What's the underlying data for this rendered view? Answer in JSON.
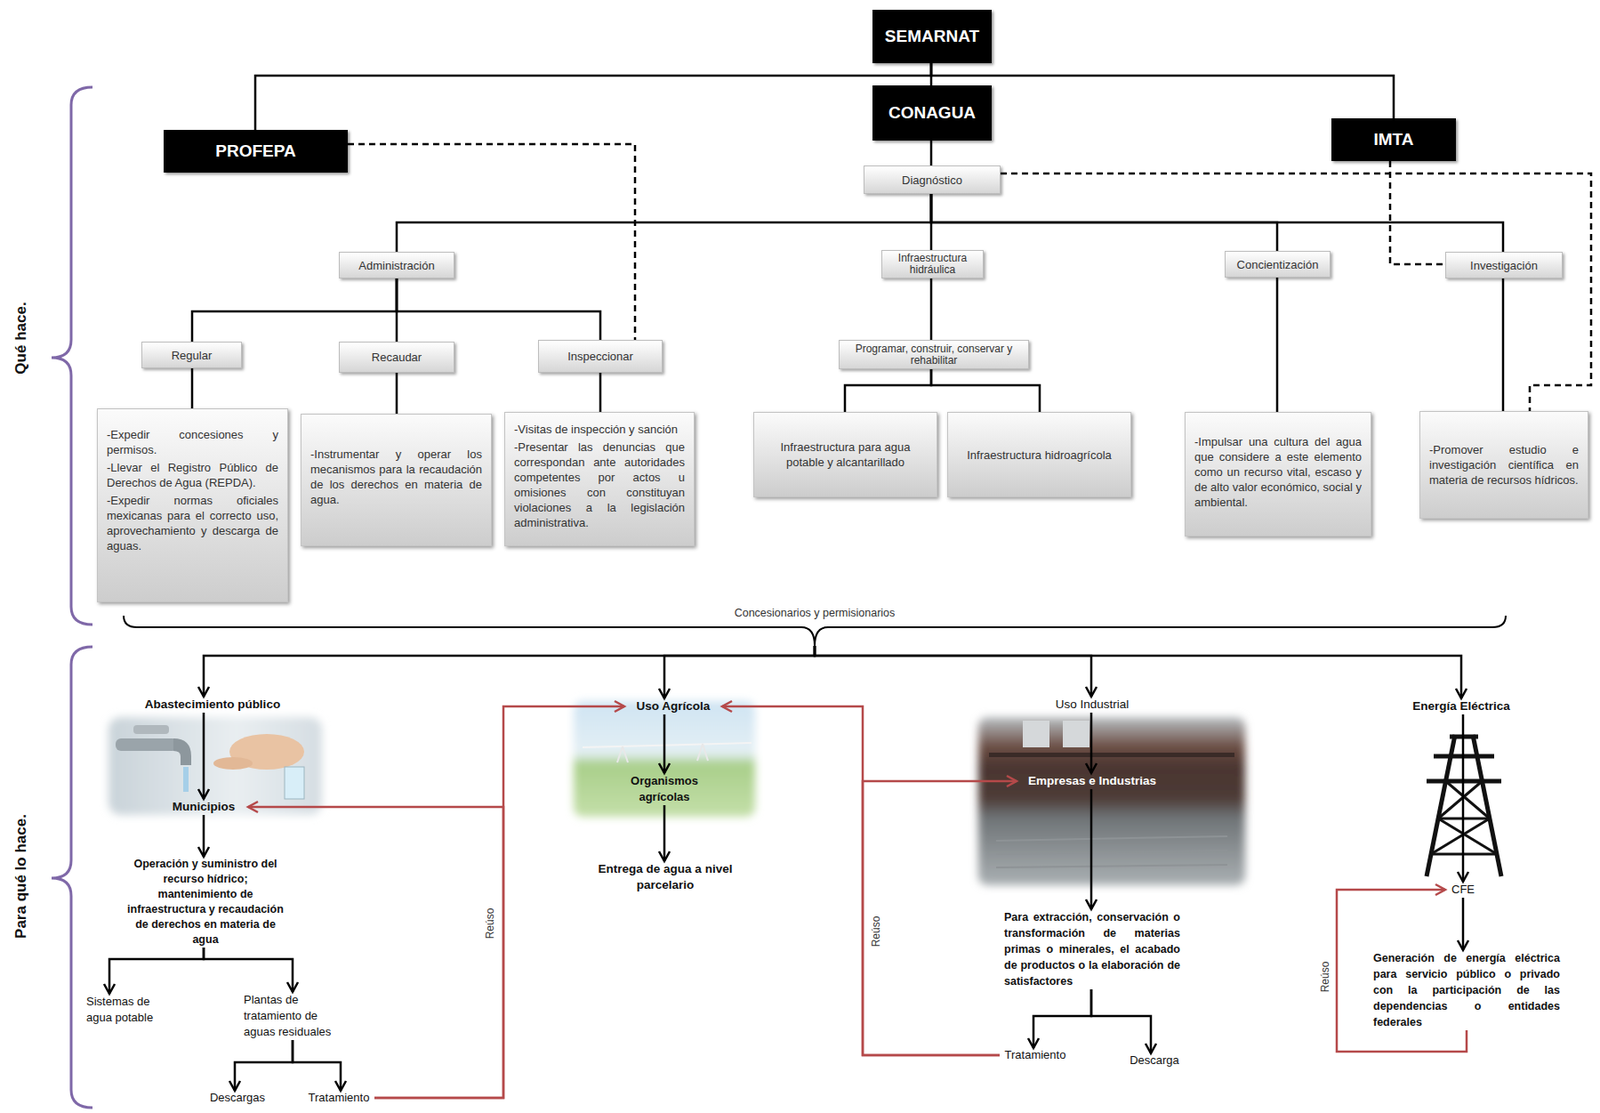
{
  "diagram": {
    "nodes": [
      {
        "text": [
          "SEMARNAT"
        ]
      },
      {
        "text": [
          "PROFEPA"
        ]
      },
      {
        "text": [
          "CONAGUA"
        ]
      },
      {
        "text": [
          "IMTA"
        ]
      },
      {
        "text": [
          "Diagnóstico"
        ]
      },
      {
        "text": [
          "Administración"
        ]
      },
      {
        "text": [
          "Infraestructura hidráulica"
        ]
      },
      {
        "text": [
          "Concientización"
        ]
      },
      {
        "text": [
          "Investigación"
        ]
      },
      {
        "text": [
          "Regular"
        ]
      },
      {
        "text": [
          "Recaudar"
        ]
      },
      {
        "text": [
          "Inspeccionar"
        ]
      },
      {
        "text": [
          "Programar, construir, conservar y rehabilitar"
        ]
      },
      {
        "text": [
          "-Expedir concesiones y permisos.",
          "-Llevar el Registro Público de Derechos de Agua (REPDA).",
          "-Expedir normas oficiales mexicanas para el correcto uso, aprovechamiento y descarga de aguas."
        ]
      },
      {
        "text": [
          "-Instrumentar y operar los mecanismos para la recaudación de los derechos en materia de agua."
        ]
      },
      {
        "text": [
          "-Visitas de inspección y sanción",
          "-Presentar las denuncias que correspondan ante autoridades competentes por actos u omisiones con constituyan violaciones a la legislación administrativa."
        ]
      },
      {
        "text": [
          "Infraestructura para agua potable y alcantarillado"
        ]
      },
      {
        "text": [
          "Infraestructura hidroagrícola"
        ]
      },
      {
        "text": [
          "-Impulsar una cultura del agua que considere a este elemento como un recurso vital, escaso y de alto valor económico, social y ambiental."
        ]
      },
      {
        "text": [
          "-Promover estudio e investigación científica en materia de recursos hídricos."
        ]
      },
      {
        "text": [
          "Concesionarios y permisionarios"
        ]
      },
      {
        "text": [
          "Abastecimiento público"
        ]
      },
      {
        "text": [
          "Municipios"
        ]
      },
      {
        "text": [
          "Operación y suministro del recurso hídrico; mantenimiento de infraestructura y recaudación de derechos en materia de agua"
        ]
      },
      {
        "text": [
          "Sistemas de agua potable"
        ]
      },
      {
        "text": [
          "Plantas de tratamiento de aguas residuales"
        ]
      },
      {
        "text": [
          "Descargas"
        ]
      },
      {
        "text": [
          "Tratamiento"
        ]
      },
      {
        "text": [
          "Uso Agrícola"
        ]
      },
      {
        "text": [
          "Organismos agrícolas"
        ]
      },
      {
        "text": [
          "Entrega de agua a nivel parcelario"
        ]
      },
      {
        "text": [
          "Uso Industrial"
        ]
      },
      {
        "text": [
          "Empresas e Industrias"
        ]
      },
      {
        "text": [
          "Para extracción, conservación o transformación de materias primas o minerales, el acabado de productos o la elaboración de satisfactores"
        ]
      },
      {
        "text": [
          "Tratamiento"
        ]
      },
      {
        "text": [
          "Descarga"
        ]
      },
      {
        "text": [
          "Energía Eléctrica"
        ]
      },
      {
        "text": [
          "CFE"
        ]
      },
      {
        "text": [
          "Generación de energía eléctrica para servicio público o privado con la participación de las dependencias o entidades federales"
        ]
      }
    ],
    "edges": [
      {
        "from": 0,
        "to": 1,
        "arrow": "none"
      },
      {
        "from": 0,
        "to": 2,
        "arrow": "none"
      },
      {
        "from": 0,
        "to": 3,
        "arrow": "none"
      },
      {
        "from": 2,
        "to": 4,
        "arrow": "none"
      },
      {
        "from": 4,
        "to": 5,
        "arrow": "none"
      },
      {
        "from": 4,
        "to": 6,
        "arrow": "none"
      },
      {
        "from": 4,
        "to": 7,
        "arrow": "none"
      },
      {
        "from": 4,
        "to": 8,
        "arrow": "none"
      },
      {
        "from": 5,
        "to": 9,
        "arrow": "none"
      },
      {
        "from": 5,
        "to": 10,
        "arrow": "none"
      },
      {
        "from": 5,
        "to": 11,
        "arrow": "none"
      },
      {
        "from": 9,
        "to": 13,
        "arrow": "none"
      },
      {
        "from": 10,
        "to": 14,
        "arrow": "none"
      },
      {
        "from": 11,
        "to": 15,
        "arrow": "none"
      },
      {
        "from": 6,
        "to": 12,
        "arrow": "none"
      },
      {
        "from": 12,
        "to": 16,
        "arrow": "none"
      },
      {
        "from": 12,
        "to": 17,
        "arrow": "none"
      },
      {
        "from": 7,
        "to": 18,
        "arrow": "none"
      },
      {
        "from": 8,
        "to": 19,
        "arrow": "none"
      },
      {
        "from": 1,
        "to": 11,
        "arrow": "none"
      },
      {
        "from": 3,
        "to": 8,
        "arrow": "none"
      },
      {
        "from": 4,
        "to": 19,
        "arrow": "none"
      },
      {
        "from": 20,
        "to": 21,
        "arrow": "to"
      },
      {
        "from": 20,
        "to": 28,
        "arrow": "to"
      },
      {
        "from": 20,
        "to": 31,
        "arrow": "to"
      },
      {
        "from": 20,
        "to": 36,
        "arrow": "to"
      },
      {
        "from": 21,
        "to": 22,
        "arrow": "to"
      },
      {
        "from": 22,
        "to": 23,
        "arrow": "to"
      },
      {
        "from": 23,
        "to": 24,
        "arrow": "to"
      },
      {
        "from": 23,
        "to": 25,
        "arrow": "to"
      },
      {
        "from": 25,
        "to": 26,
        "arrow": "to"
      },
      {
        "from": 25,
        "to": 27,
        "arrow": "to"
      },
      {
        "from": 27,
        "to": 28,
        "arrow": "to"
      },
      {
        "from": 27,
        "to": 22,
        "arrow": "to"
      },
      {
        "from": 28,
        "to": 29,
        "arrow": "to"
      },
      {
        "from": 29,
        "to": 30,
        "arrow": "to"
      },
      {
        "from": 31,
        "to": 32,
        "arrow": "to"
      },
      {
        "from": 32,
        "to": 33,
        "arrow": "to"
      },
      {
        "from": 33,
        "to": 34,
        "arrow": "to"
      },
      {
        "from": 33,
        "to": 35,
        "arrow": "to"
      },
      {
        "from": 34,
        "to": 28,
        "arrow": "to"
      },
      {
        "from": 34,
        "to": 32,
        "arrow": "to"
      },
      {
        "from": 36,
        "to": 37,
        "arrow": "to"
      },
      {
        "from": 37,
        "to": 38,
        "arrow": "to"
      },
      {
        "from": 38,
        "to": 37,
        "arrow": "to"
      }
    ],
    "labels": [
      "Qué hace.",
      "Para qué lo hace.",
      "Reúso",
      "Reúso",
      "Reúso"
    ]
  }
}
